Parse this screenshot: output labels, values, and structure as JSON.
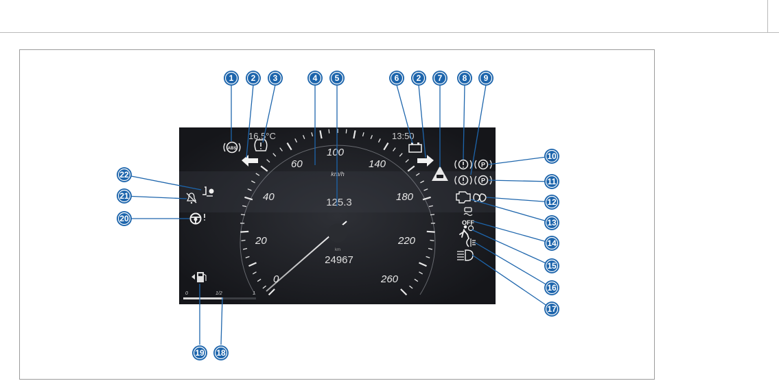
{
  "cluster": {
    "temperature": "16.5°C",
    "time": "13:50",
    "speed_unit": "km/h",
    "digital_speed": "125.3",
    "odometer_unit": "km",
    "odometer": "24967",
    "fuel_scale": [
      "0",
      "1/2",
      "1"
    ],
    "speed_ticks": [
      "0",
      "20",
      "40",
      "60",
      "100",
      "140",
      "180",
      "220",
      "260"
    ],
    "indicators": {
      "abs": "ABS",
      "esp_off": "OFF",
      "parking_brake": "P"
    }
  },
  "callouts": [
    "1",
    "2",
    "3",
    "4",
    "5",
    "6",
    "2",
    "7",
    "8",
    "9",
    "10",
    "11",
    "12",
    "13",
    "14",
    "15",
    "16",
    "17",
    "18",
    "19",
    "20",
    "21",
    "22"
  ],
  "colors": {
    "callout_blue": "#1d65ac",
    "display_bg": "#1c1d21",
    "gauge_white": "#e8e8e8"
  }
}
